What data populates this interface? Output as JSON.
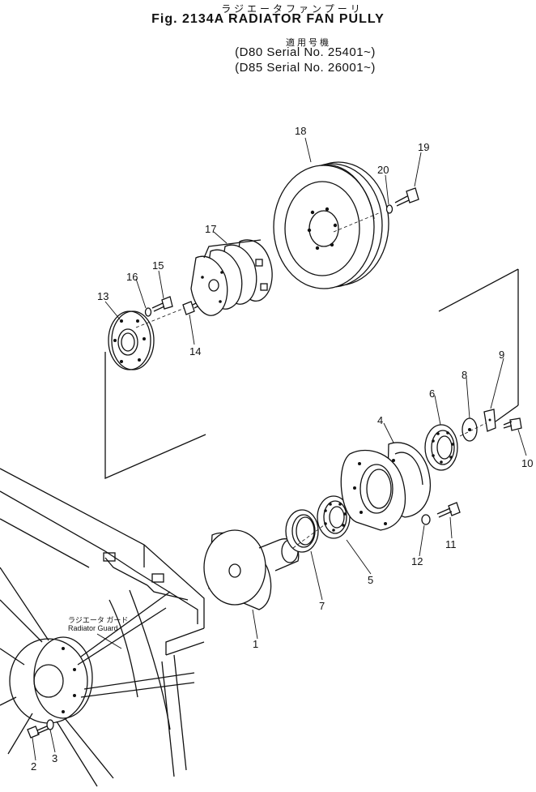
{
  "header": {
    "japanese_title": "ラジエータファンプーリ",
    "figure_title": "Fig. 2134A RADIATOR FAN PULLY",
    "applicable_jp": "適用号機",
    "serial_lines": [
      "(D80 Serial No. 25401~)",
      "(D85 Serial No. 26001~)"
    ]
  },
  "guard_label": {
    "japanese": "ラジエータ ガード",
    "english": "Radiator Guard"
  },
  "callouts": [
    "1",
    "2",
    "3",
    "4",
    "5",
    "6",
    "7",
    "8",
    "9",
    "10",
    "11",
    "12",
    "13",
    "14",
    "15",
    "16",
    "17",
    "18",
    "19",
    "20"
  ]
}
